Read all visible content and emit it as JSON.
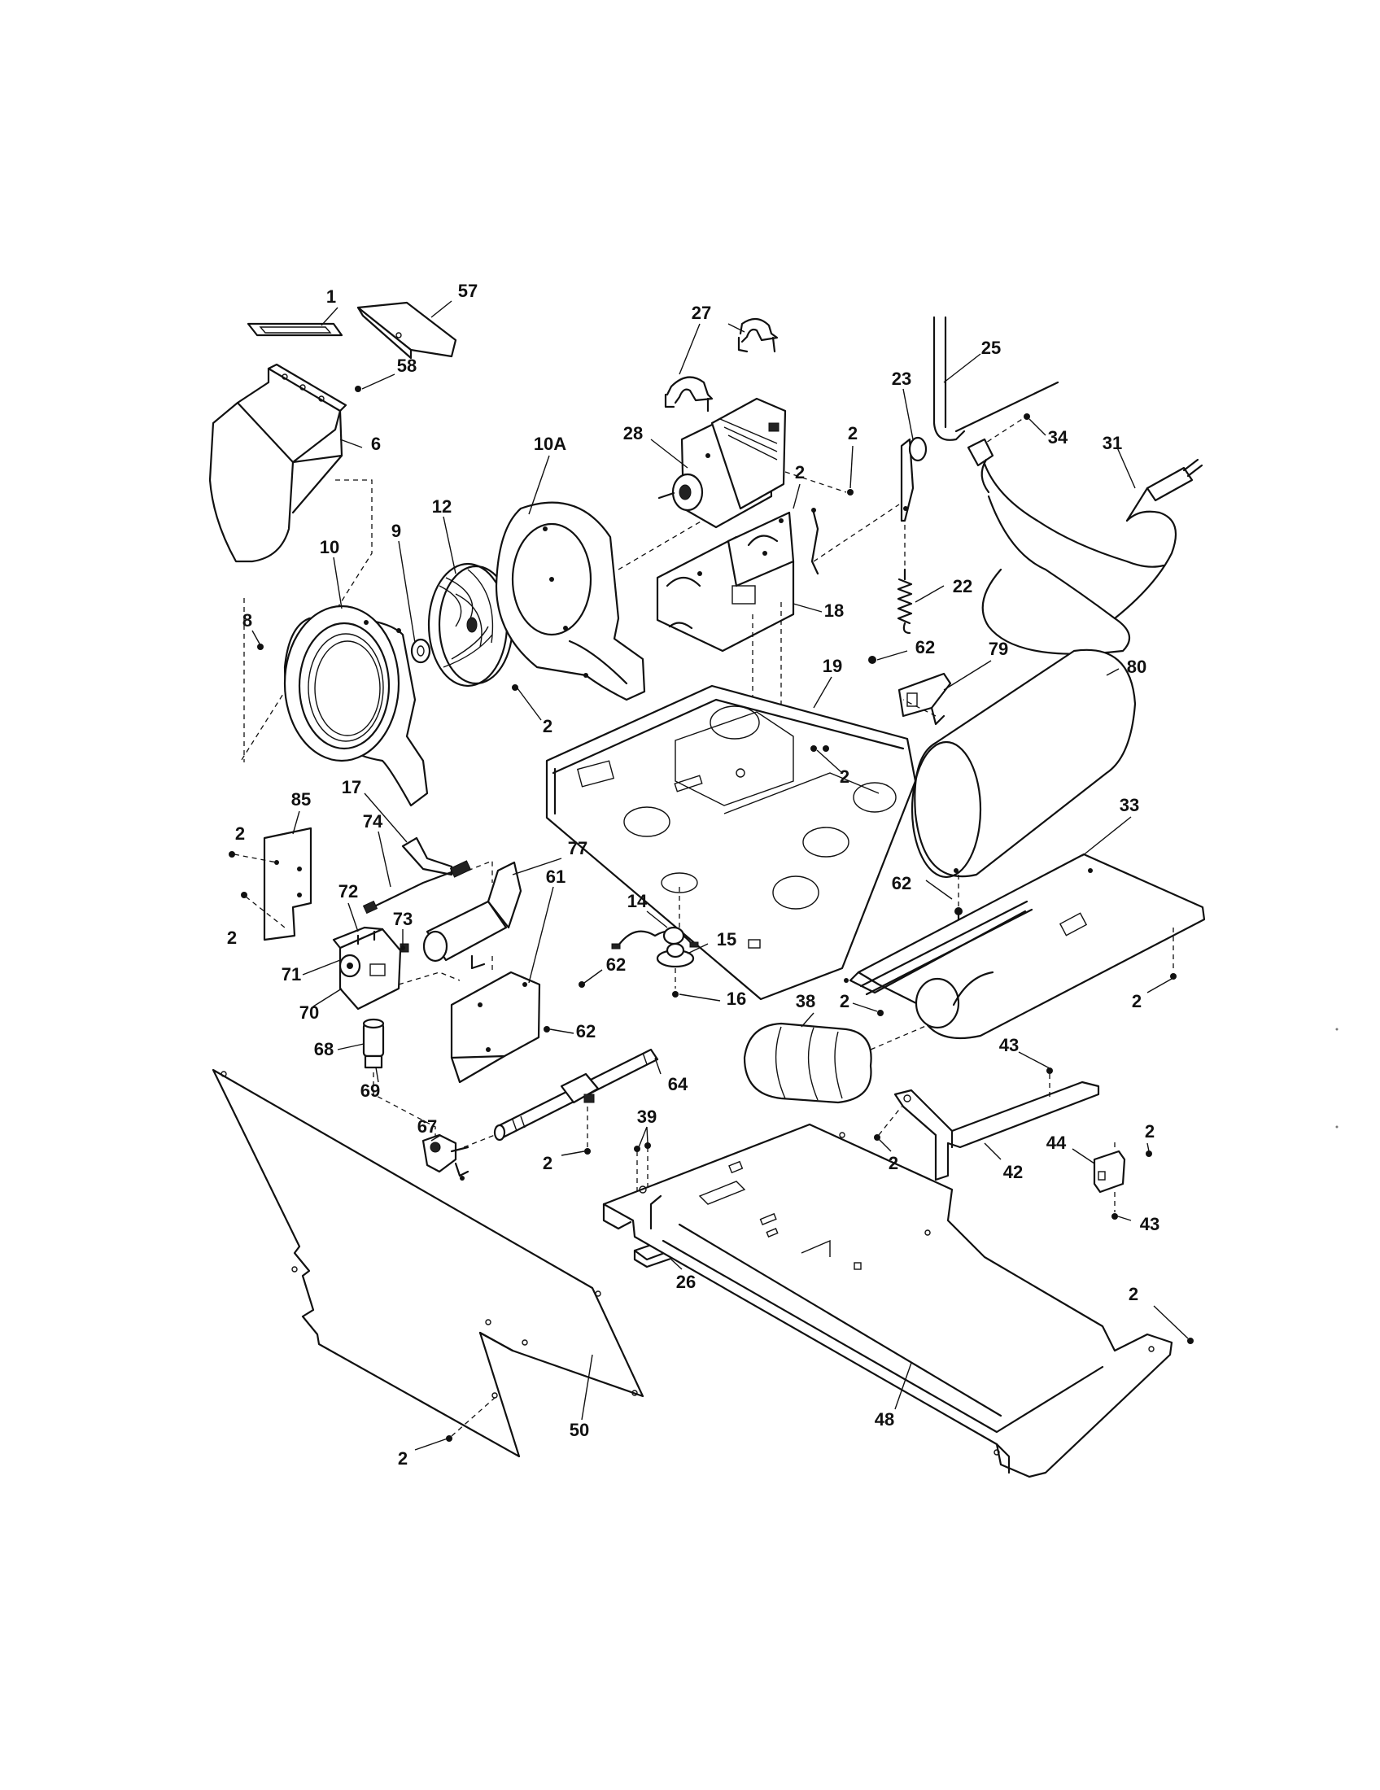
{
  "callouts": [
    {
      "id": "c1",
      "label": "1"
    },
    {
      "id": "c57",
      "label": "57"
    },
    {
      "id": "c58",
      "label": "58"
    },
    {
      "id": "c6",
      "label": "6"
    },
    {
      "id": "c10A",
      "label": "10A"
    },
    {
      "id": "c12",
      "label": "12"
    },
    {
      "id": "c10",
      "label": "10"
    },
    {
      "id": "c9",
      "label": "9"
    },
    {
      "id": "c8",
      "label": "8"
    },
    {
      "id": "c2a",
      "label": "2"
    },
    {
      "id": "c27",
      "label": "27"
    },
    {
      "id": "c28",
      "label": "28"
    },
    {
      "id": "c2b",
      "label": "2"
    },
    {
      "id": "c2c",
      "label": "2"
    },
    {
      "id": "c18",
      "label": "18"
    },
    {
      "id": "c19",
      "label": "19"
    },
    {
      "id": "c2d",
      "label": "2"
    },
    {
      "id": "c25",
      "label": "25"
    },
    {
      "id": "c23",
      "label": "23"
    },
    {
      "id": "c34",
      "label": "34"
    },
    {
      "id": "c31",
      "label": "31"
    },
    {
      "id": "c22",
      "label": "22"
    },
    {
      "id": "c62a",
      "label": "62"
    },
    {
      "id": "c79",
      "label": "79"
    },
    {
      "id": "c80",
      "label": "80"
    },
    {
      "id": "c62b",
      "label": "62"
    },
    {
      "id": "c33",
      "label": "33"
    },
    {
      "id": "c17",
      "label": "17"
    },
    {
      "id": "c85",
      "label": "85"
    },
    {
      "id": "c2e",
      "label": "2"
    },
    {
      "id": "c74",
      "label": "74"
    },
    {
      "id": "c77",
      "label": "77"
    },
    {
      "id": "c72",
      "label": "72"
    },
    {
      "id": "c73",
      "label": "73"
    },
    {
      "id": "c2f",
      "label": "2"
    },
    {
      "id": "c71",
      "label": "71"
    },
    {
      "id": "c70",
      "label": "70"
    },
    {
      "id": "c14",
      "label": "14"
    },
    {
      "id": "c15",
      "label": "15"
    },
    {
      "id": "c61",
      "label": "61"
    },
    {
      "id": "c62c",
      "label": "62"
    },
    {
      "id": "c16",
      "label": "16"
    },
    {
      "id": "c62d",
      "label": "62"
    },
    {
      "id": "c38",
      "label": "38"
    },
    {
      "id": "c2g",
      "label": "2"
    },
    {
      "id": "c2h",
      "label": "2"
    },
    {
      "id": "c68",
      "label": "68"
    },
    {
      "id": "c69",
      "label": "69"
    },
    {
      "id": "c64",
      "label": "64"
    },
    {
      "id": "c43a",
      "label": "43"
    },
    {
      "id": "c67",
      "label": "67"
    },
    {
      "id": "c39",
      "label": "39"
    },
    {
      "id": "c2i",
      "label": "2"
    },
    {
      "id": "c2j",
      "label": "2"
    },
    {
      "id": "c2k",
      "label": "2"
    },
    {
      "id": "c42",
      "label": "42"
    },
    {
      "id": "c44",
      "label": "44"
    },
    {
      "id": "c43b",
      "label": "43"
    },
    {
      "id": "c26",
      "label": "26"
    },
    {
      "id": "c2l",
      "label": "2"
    },
    {
      "id": "c48",
      "label": "48"
    },
    {
      "id": "c50",
      "label": "50"
    },
    {
      "id": "c2m",
      "label": "2"
    }
  ]
}
